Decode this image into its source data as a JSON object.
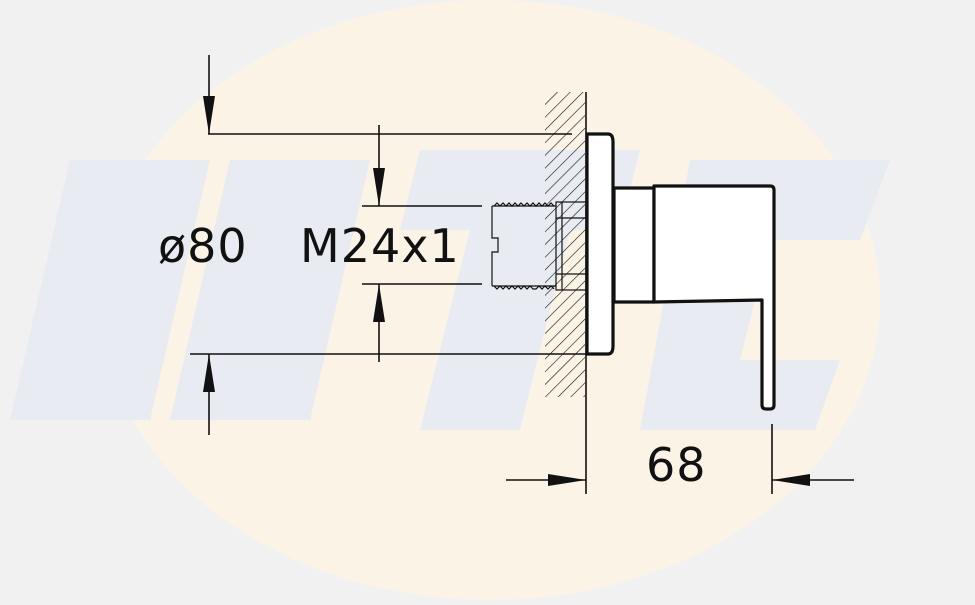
{
  "labels": {
    "diameter": "ø80",
    "thread": "M24x1",
    "depth": "68"
  },
  "colors": {
    "background": "#f1f1f1",
    "watermark_disc": "#fbf3e6",
    "watermark_letters": "#e8ebf1",
    "ink": "#111111"
  }
}
